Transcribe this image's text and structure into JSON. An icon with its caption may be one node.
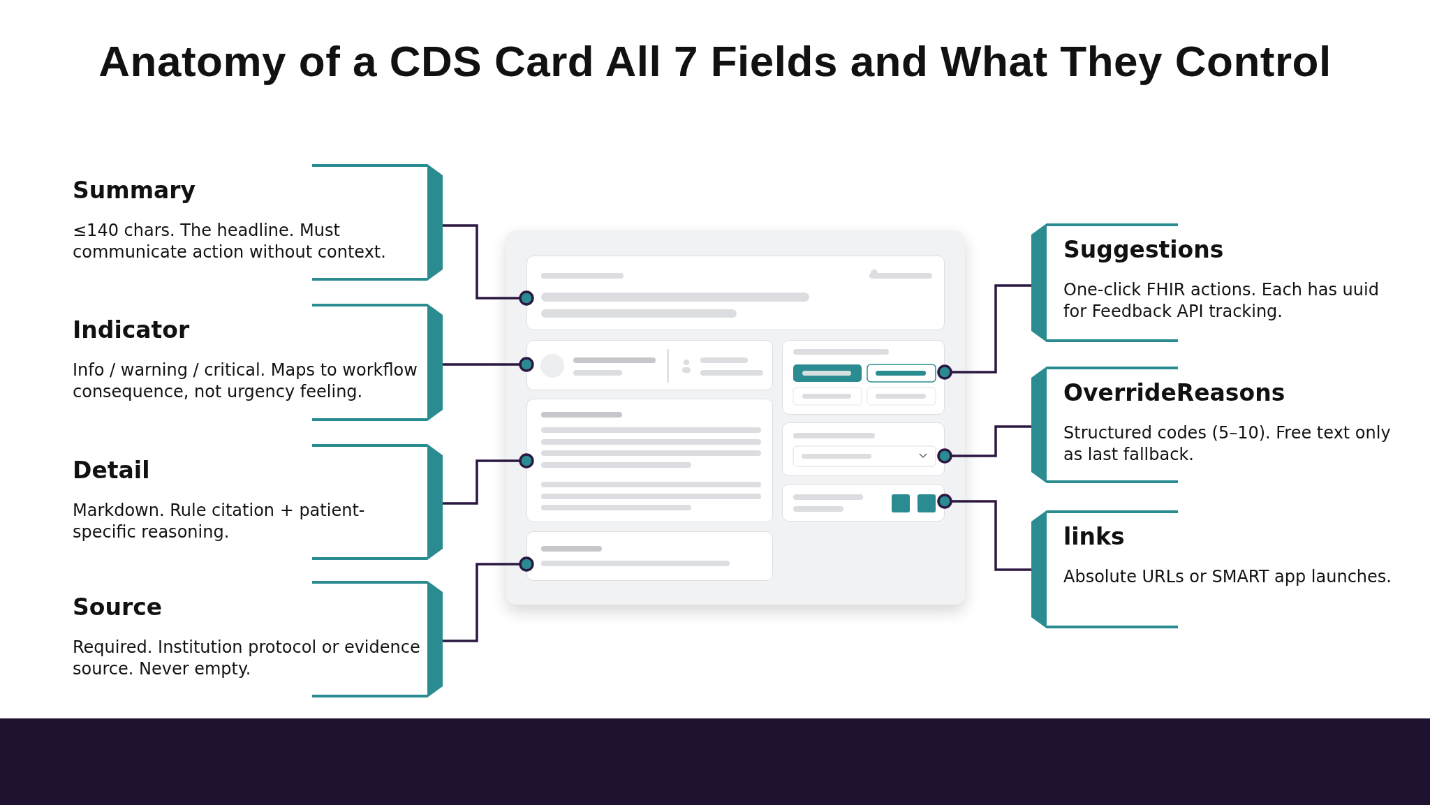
{
  "diagram": {
    "title": "Anatomy of a CDS Card All 7 Fields and What They Control",
    "nodes": [
      {
        "text": [
          "Summary",
          "≤140 chars. The headline. Must communicate action without context."
        ]
      },
      {
        "text": [
          "Indicator",
          "Info / warning / critical. Maps to workflow consequence, not urgency feeling."
        ]
      },
      {
        "text": [
          "Detail",
          "Markdown. Rule citation + patient-specific reasoning."
        ]
      },
      {
        "text": [
          "Source",
          "Required. Institution protocol or evidence source. Never empty."
        ]
      },
      {
        "text": [
          "Suggestions",
          "One-click FHIR actions. Each has uuid for Feedback API tracking."
        ]
      },
      {
        "text": [
          "OverrideReasons",
          "Structured codes (5–10). Free text only as last fallback."
        ]
      },
      {
        "text": [
          "links",
          "Absolute URLs or SMART app launches."
        ]
      },
      {
        "text": [],
        "shape": "box"
      },
      {
        "text": [],
        "shape": "box",
        "in": 7
      },
      {
        "text": [],
        "shape": "box",
        "in": 7
      },
      {
        "text": [],
        "shape": "box",
        "in": 7
      },
      {
        "text": [],
        "shape": "box",
        "in": 7
      },
      {
        "text": [],
        "shape": "box",
        "in": 7
      },
      {
        "text": [],
        "shape": "box",
        "in": 7
      },
      {
        "text": [],
        "shape": "box",
        "in": 7
      }
    ],
    "edges": [
      {
        "from": 0,
        "to": 8,
        "arrow": "other"
      },
      {
        "from": 1,
        "to": 9,
        "arrow": "other"
      },
      {
        "from": 2,
        "to": 10,
        "arrow": "other"
      },
      {
        "from": 3,
        "to": 11,
        "arrow": "other"
      },
      {
        "from": 4,
        "to": 12,
        "arrow": "other"
      },
      {
        "from": 5,
        "to": 13,
        "arrow": "other"
      },
      {
        "from": 6,
        "to": 14,
        "arrow": "other"
      }
    ]
  }
}
